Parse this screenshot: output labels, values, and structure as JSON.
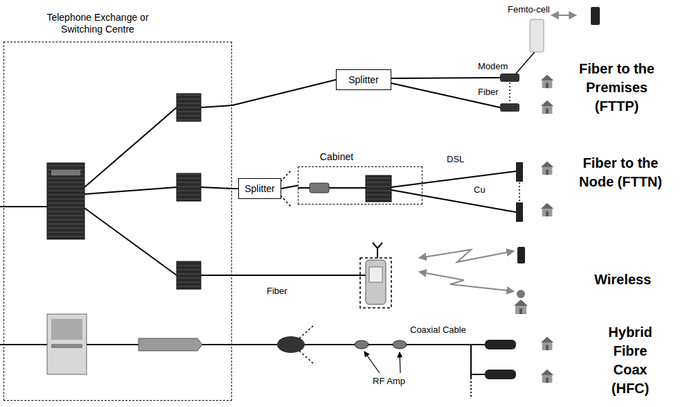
{
  "diagram": {
    "nodes": [
      {
        "text": [
          "Telephone Exchange or Switching Centre"
        ]
      },
      {
        "text": [
          "Splitter"
        ]
      },
      {
        "text": [
          "Splitter"
        ]
      },
      {
        "text": [
          "Cabinet"
        ]
      }
    ],
    "edges": [
      {
        "from": 0,
        "to": 1,
        "arrow": "none"
      },
      {
        "from": 0,
        "to": 2,
        "arrow": "none"
      },
      {
        "from": 2,
        "to": 3,
        "arrow": "none"
      }
    ],
    "labels": [
      "Femto-cell",
      "Modem",
      "Fiber",
      "Fiber to the Premises (FTTP)",
      "DSL",
      "Cu",
      "Fiber to the Node (FTTN)",
      "Fiber",
      "Wireless",
      "Coaxial Cable",
      "RF Amp",
      "Hybrid Fibre Coax (HFC)"
    ]
  }
}
